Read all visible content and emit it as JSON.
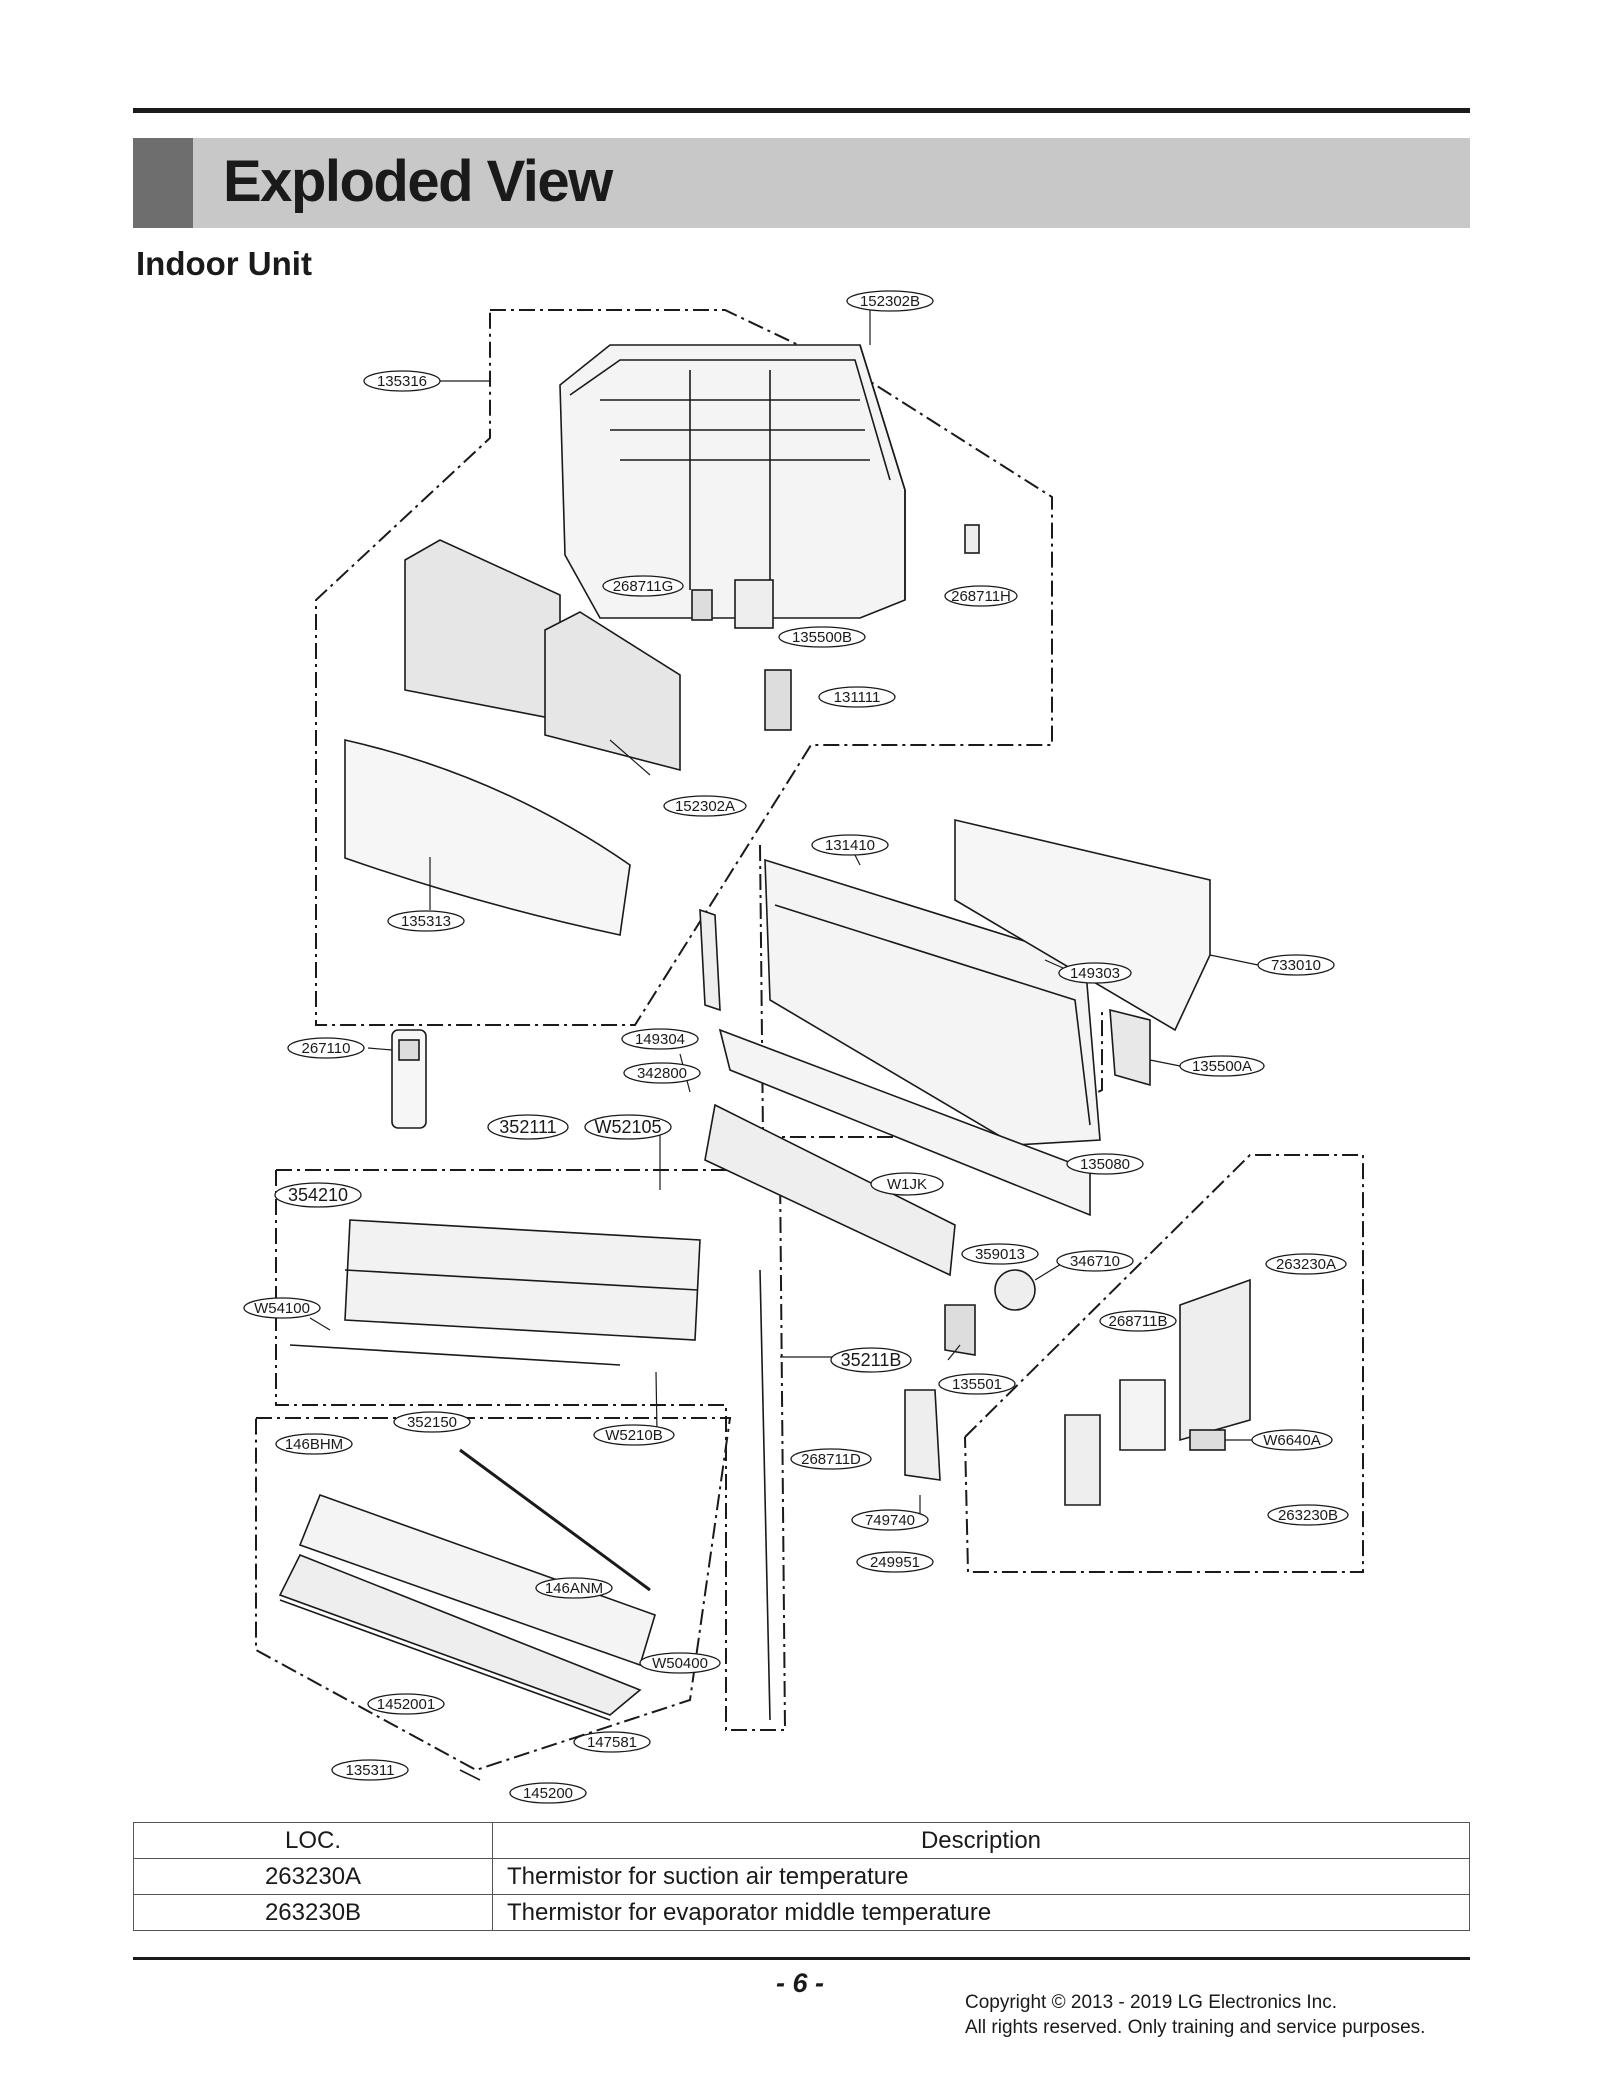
{
  "header": {
    "title": "Exploded View",
    "subtitle": "Indoor Unit"
  },
  "callouts": {
    "c152302B": "152302B",
    "c135316": "135316",
    "c268711G": "268711G",
    "c268711H": "268711H",
    "c135500B": "135500B",
    "c131111": "131111",
    "c152302A": "152302A",
    "c131410": "131410",
    "c135313": "135313",
    "c733010": "733010",
    "c149303": "149303",
    "c267110": "267110",
    "c149304": "149304",
    "c342800": "342800",
    "c135500A": "135500A",
    "c352111": "352111",
    "cW52105": "W52105",
    "c135080": "135080",
    "c354210": "354210",
    "cW1JK": "W1JK",
    "c359013": "359013",
    "c346710": "346710",
    "c263230A": "263230A",
    "cW54100": "W54100",
    "c268711B": "268711B",
    "c35211B": "35211B",
    "c135501": "135501",
    "c352150": "352150",
    "cW5210B": "W5210B",
    "cW6640A": "W6640A",
    "c146BHM": "146BHM",
    "c268711D": "268711D",
    "c263230B": "263230B",
    "c749740": "749740",
    "c249951": "249951",
    "c146ANM": "146ANM",
    "cW50400": "W50400",
    "c1452001": "1452001",
    "c147581": "147581",
    "c135311": "135311",
    "c145200": "145200"
  },
  "parts_table": {
    "headers": {
      "loc": "LOC.",
      "description": "Description"
    },
    "rows": [
      {
        "loc": "263230A",
        "description": "Thermistor for suction air temperature"
      },
      {
        "loc": "263230B",
        "description": "Thermistor for evaporator middle temperature"
      }
    ]
  },
  "footer": {
    "page_number": "- 6 -",
    "copyright_line1": "Copyright © 2013 - 2019 LG Electronics Inc.",
    "copyright_line2": "All rights reserved. Only training and service purposes."
  }
}
